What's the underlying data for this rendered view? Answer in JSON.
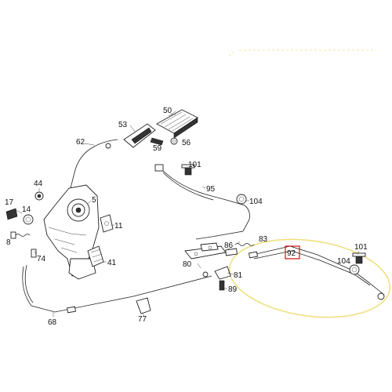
{
  "diagram": {
    "highlight_color": "#f0e080",
    "marker_color": "#d01010",
    "labels": {
      "p5": "5",
      "p8": "8",
      "p11": "11",
      "p14": "14",
      "p17": "17",
      "p41": "41",
      "p44": "44",
      "p50": "50",
      "p53": "53",
      "p56": "56",
      "p59": "59",
      "p62": "62",
      "p68": "68",
      "p74": "74",
      "p77": "77",
      "p80": "80",
      "p81": "81",
      "p83": "83",
      "p86": "86",
      "p89": "89",
      "p92": "92",
      "p95": "95",
      "p101a": "101",
      "p101b": "101",
      "p104a": "104",
      "p104b": "104"
    }
  }
}
